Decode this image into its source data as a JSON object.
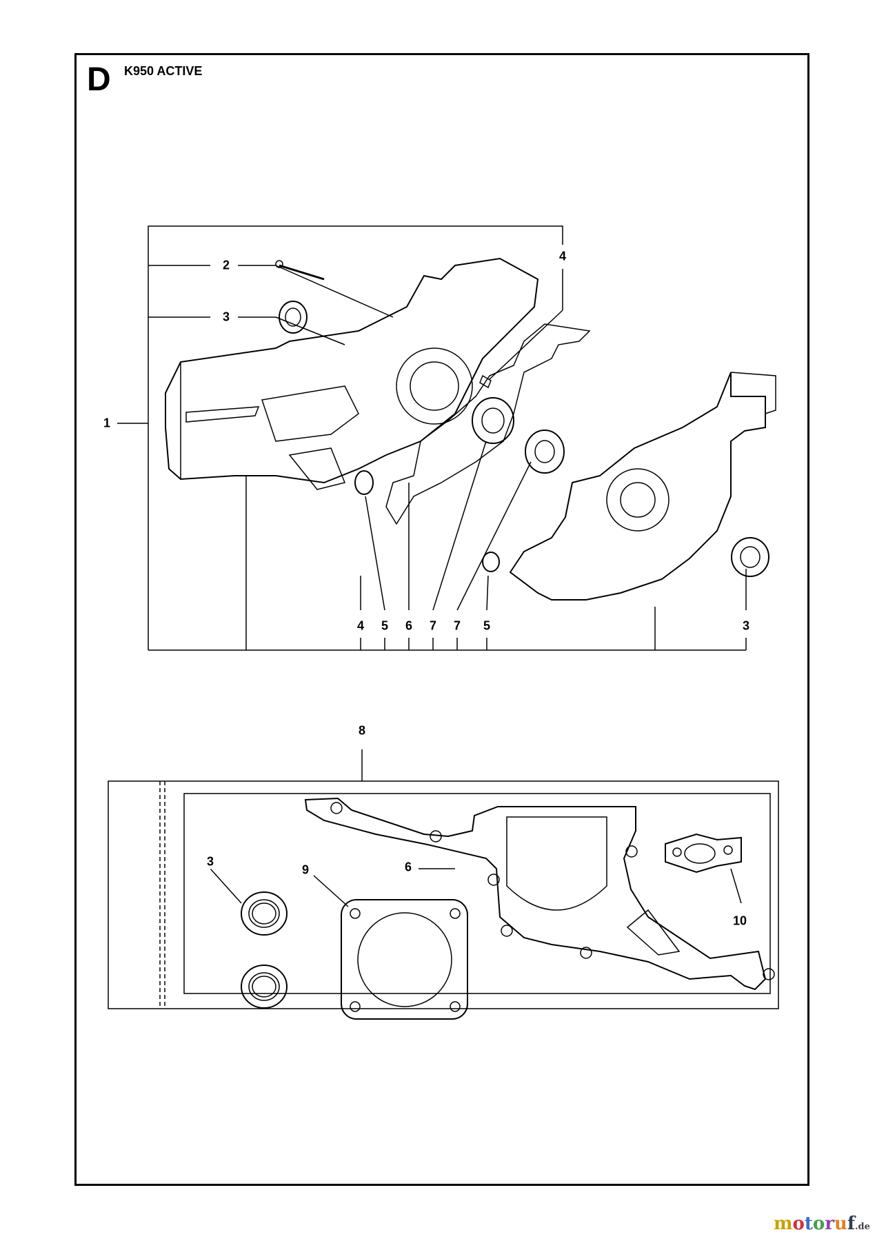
{
  "section": {
    "letter": "D",
    "model": "K950 ACTIVE"
  },
  "callouts_top": [
    "2",
    "3",
    "4",
    "1",
    "4",
    "5",
    "6",
    "7",
    "7",
    "5",
    "3"
  ],
  "callouts_kit": [
    "8",
    "3",
    "9",
    "6",
    "10"
  ],
  "watermark": {
    "text": "motoruf",
    "suffix": ".de"
  }
}
